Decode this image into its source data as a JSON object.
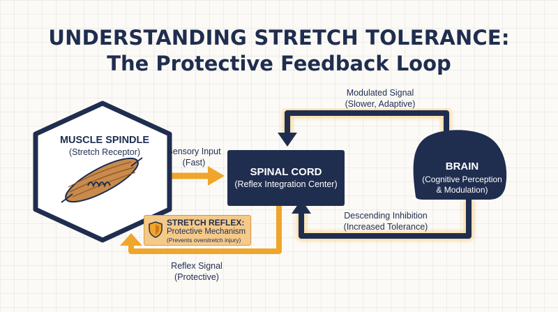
{
  "title": {
    "line1": "UNDERSTANDING STRETCH TOLERANCE:",
    "line2": "The Protective Feedback Loop"
  },
  "nodes": {
    "muscle_spindle": {
      "title": "MUSCLE SPINDLE",
      "subtitle": "(Stretch Receptor)"
    },
    "spinal_cord": {
      "title": "SPINAL CORD",
      "subtitle": "(Reflex Integration Center)"
    },
    "brain": {
      "title": "BRAIN",
      "subtitle_line1": "(Cognitive Perception",
      "subtitle_line2": "& Modulation)"
    }
  },
  "edges": {
    "sensory_input": {
      "line1": "Sensory Input",
      "line2": "(Fast)"
    },
    "modulated_signal": {
      "line1": "Modulated Signal",
      "line2": "(Slower, Adaptive)"
    },
    "descending_inhibition": {
      "line1": "Descending Inhibition",
      "line2": "(Increased Tolerance)"
    },
    "reflex_signal": {
      "line1": "Reflex Signal",
      "line2": "(Protective)"
    }
  },
  "stretch_reflex": {
    "title": "STRETCH REFLEX:",
    "subtitle": "Protective Mechanism",
    "note": "(Prevents overstretch injury)",
    "icon": "shield-icon"
  },
  "colors": {
    "navy": "#1f2d4f",
    "orange": "#f0a52b",
    "glow": "#f7c46a",
    "muscle": "#c98a4b",
    "reflex_box": "#f4c98a"
  }
}
